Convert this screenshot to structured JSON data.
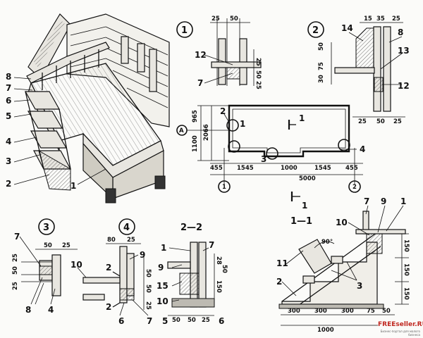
{
  "iso": {
    "labels": [
      "8",
      "7",
      "6",
      "5",
      "4",
      "3",
      "2",
      "1"
    ]
  },
  "detail1": {
    "marker": "1",
    "dims": [
      "25",
      "50",
      "25",
      "50",
      "25"
    ],
    "labels": [
      "12",
      "7"
    ]
  },
  "detail2": {
    "marker": "2",
    "dims": [
      "15",
      "35",
      "25",
      "50",
      "75",
      "30",
      "25",
      "50",
      "25"
    ],
    "labels": [
      "14",
      "8",
      "13",
      "12"
    ]
  },
  "plan": {
    "dims_left": [
      "965",
      "2066",
      "1100"
    ],
    "axis_a": "A",
    "dims_bottom": [
      "455",
      "1545",
      "1000",
      "1545",
      "455"
    ],
    "total": "5000",
    "axes": [
      "1",
      "2"
    ],
    "labels": [
      "2",
      "1",
      "1",
      "3",
      "4"
    ]
  },
  "detail3": {
    "marker": "3",
    "dims": [
      "50",
      "25",
      "25",
      "50",
      "25"
    ],
    "labels": [
      "7",
      "8",
      "4"
    ]
  },
  "detail4": {
    "marker": "4",
    "dims": [
      "80",
      "25",
      "50",
      "50",
      "25"
    ],
    "labels": [
      "9",
      "10",
      "2",
      "2",
      "6",
      "7"
    ]
  },
  "section22": {
    "title": "2—2",
    "dims": [
      "28",
      "50",
      "150",
      "50",
      "50",
      "25"
    ],
    "labels": [
      "1",
      "7",
      "9",
      "15",
      "10",
      "5",
      "6"
    ]
  },
  "section11": {
    "marker": "1",
    "title": "1—1",
    "angle": "90°",
    "dims_bottom": [
      "300",
      "300",
      "300",
      "75",
      "50"
    ],
    "total": "1000",
    "dims_right": [
      "150",
      "150",
      "150"
    ],
    "labels": [
      "7",
      "9",
      "1",
      "10",
      "11",
      "2",
      "3"
    ]
  },
  "watermark": {
    "brand": "FREEseller.RU",
    "tagline": "Бизнес-портал для малого бизнеса"
  }
}
